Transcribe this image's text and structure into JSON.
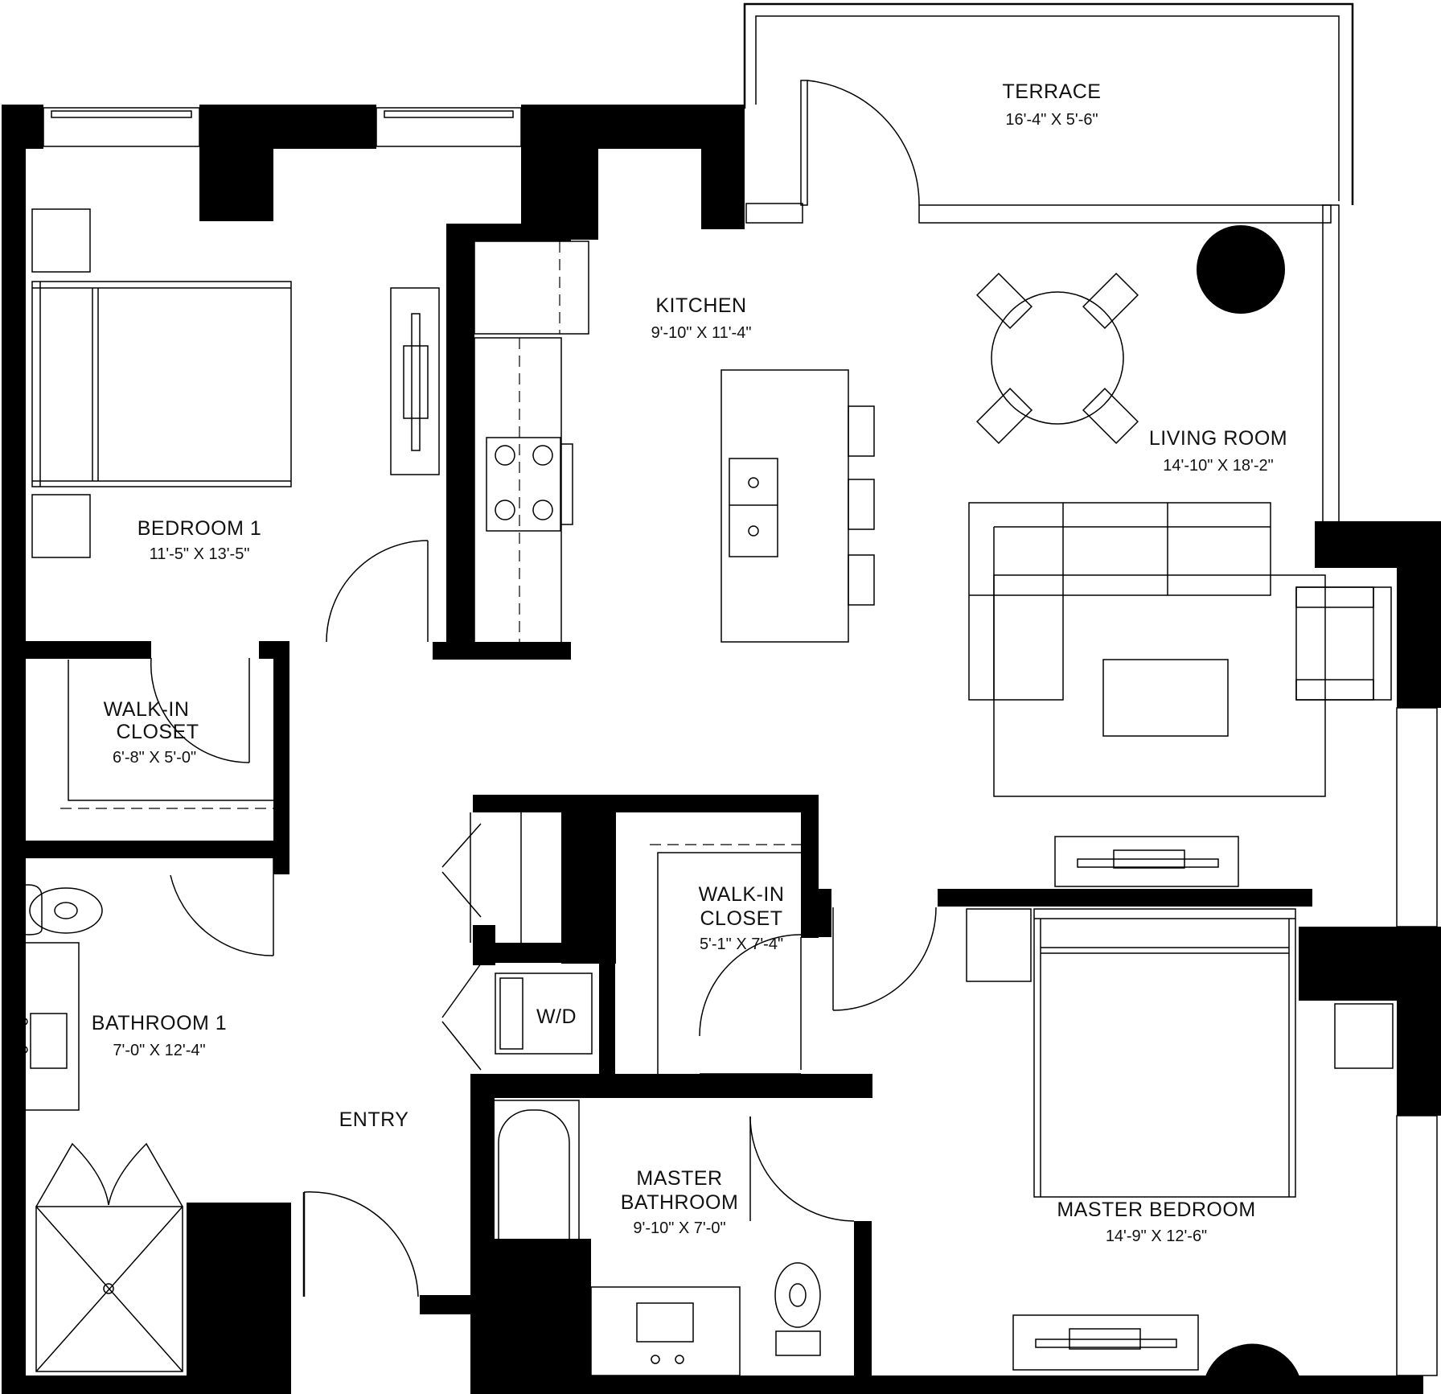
{
  "rooms": {
    "terrace": {
      "name": "TERRACE",
      "dims": "16'-4\" X 5'-6\""
    },
    "kitchen": {
      "name": "KITCHEN",
      "dims": "9'-10\" X 11'-4\""
    },
    "living_room": {
      "name": "LIVING ROOM",
      "dims": "14'-10\" X 18'-2\""
    },
    "bedroom_1": {
      "name": "BEDROOM 1",
      "dims": "11'-5\" X 13'-5\""
    },
    "walk_in_closet_1": {
      "name_line1": "WALK-IN",
      "name_line2": "CLOSET",
      "dims": "6'-8\" X 5'-0\""
    },
    "walk_in_closet_2": {
      "name_line1": "WALK-IN",
      "name_line2": "CLOSET",
      "dims": "5'-1\" X 7'-4\""
    },
    "bathroom_1": {
      "name": "BATHROOM 1",
      "dims": "7'-0\" X 12'-4\""
    },
    "entry": {
      "name": "ENTRY"
    },
    "laundry": {
      "name": "W/D"
    },
    "master_bathroom": {
      "name_line1": "MASTER",
      "name_line2": "BATHROOM",
      "dims": "9'-10\" X 7'-0\""
    },
    "master_bedroom": {
      "name": "MASTER BEDROOM",
      "dims": "14'-9\" X 12'-6\""
    }
  }
}
